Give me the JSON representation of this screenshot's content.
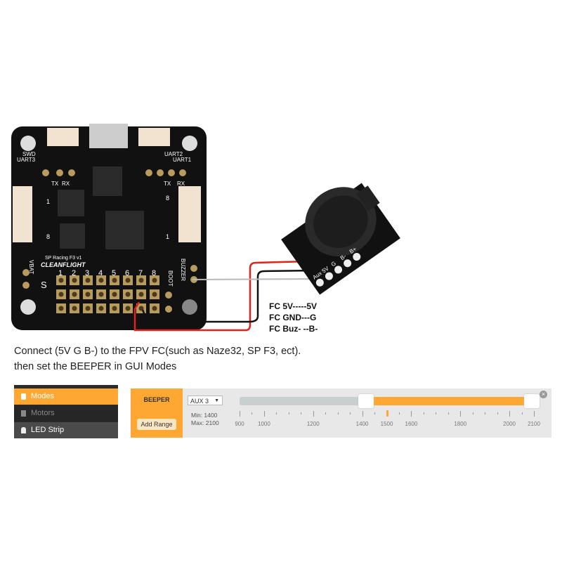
{
  "board": {
    "name_text": "SP Racing F3 v1",
    "logo_text": "CLEANFLIGHT",
    "labels": {
      "swd": "SWD",
      "uart3": "UART3",
      "uart2": "UART2",
      "uart1": "UART1",
      "minus": "-",
      "plus": "+",
      "tx": "TX",
      "rx": "RX",
      "vbat": "VBAT",
      "buzzer": "BUZZER",
      "boot": "BOOT",
      "s": "S",
      "one": "1",
      "eight": "8"
    },
    "channel_numbers": [
      "1",
      "2",
      "3",
      "4",
      "5",
      "6",
      "7",
      "8"
    ]
  },
  "buzzer_module": {
    "pins": [
      "Aux",
      "5V",
      "G",
      "B-",
      "B+"
    ]
  },
  "wiring": {
    "lines": [
      "FC 5V-----5V",
      "FC GND---G",
      "FC Buz-  --B-"
    ],
    "colors": {
      "5v": "#e0231c",
      "gnd": "#111111",
      "buz": "#b9b9b9"
    }
  },
  "instructions": {
    "line1": "Connect (5V G  B-) to the FPV FC(such as Naze32, SP F3, ect).",
    "line2": "then set the BEEPER in GUI Modes"
  },
  "gui": {
    "accent": "#ffa733",
    "sidebar": {
      "items": [
        {
          "label": "Modes",
          "icon": "toggle-icon",
          "active": true
        },
        {
          "label": "Motors",
          "icon": "motor-icon",
          "active": false
        },
        {
          "label": "LED Strip",
          "icon": "led-icon",
          "active": false
        }
      ]
    },
    "mode": {
      "name": "BEEPER",
      "add_range_label": "Add Range",
      "channel": "AUX 3",
      "min_text": "Min: 1400",
      "max_text": "Max: 2100",
      "range_min": 1400,
      "range_max": 2100,
      "current_value": 1500,
      "scale_min": 900,
      "scale_max": 2100,
      "tick_labels": [
        "900",
        "1000",
        "1200",
        "1400",
        "1500",
        "1600",
        "1800",
        "2000",
        "2100"
      ]
    }
  }
}
